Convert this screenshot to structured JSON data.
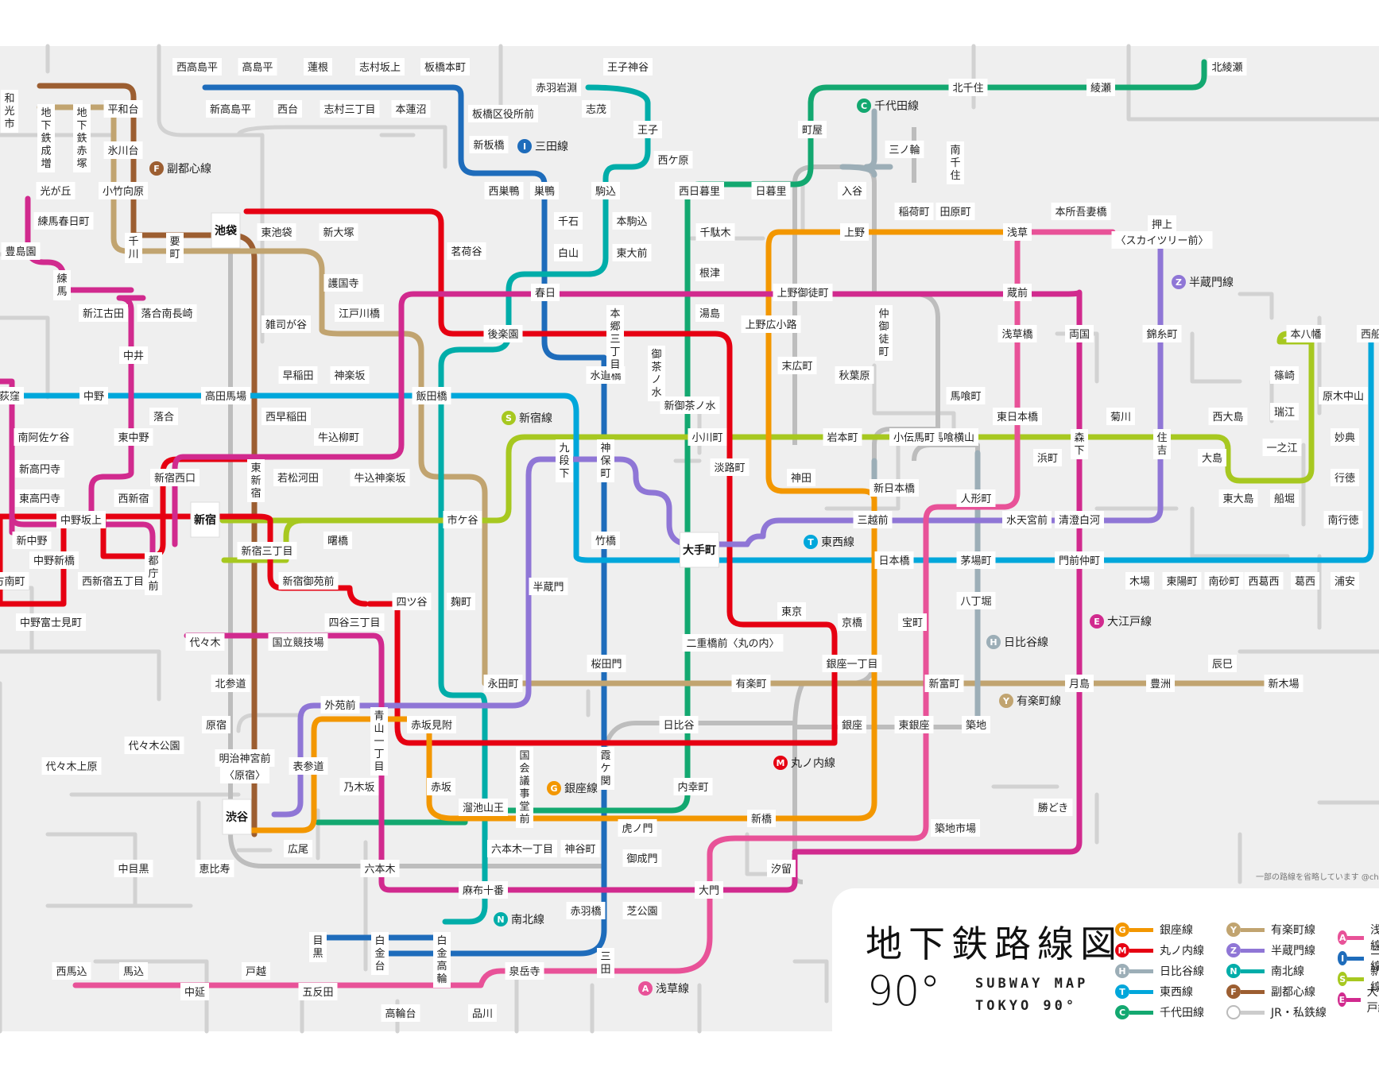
{
  "lines": [
    {
      "id": "ginza",
      "code": "G",
      "name": "銀座線",
      "color": "#f39700"
    },
    {
      "id": "marunouchi",
      "code": "M",
      "name": "丸ノ内線",
      "color": "#e60012"
    },
    {
      "id": "hibiya",
      "code": "H",
      "name": "日比谷線",
      "color": "#9caeb7"
    },
    {
      "id": "tozai",
      "code": "T",
      "name": "東西線",
      "color": "#00a7db"
    },
    {
      "id": "chiyoda",
      "code": "C",
      "name": "千代田線",
      "color": "#009944"
    },
    {
      "id": "yurakucho",
      "code": "Y",
      "name": "有楽町線",
      "color": "#c1a470"
    },
    {
      "id": "hanzomon",
      "code": "Z",
      "name": "半蔵門線",
      "color": "#8f76d6"
    },
    {
      "id": "namboku",
      "code": "N",
      "name": "南北線",
      "color": "#00ada9"
    },
    {
      "id": "fukutoshin",
      "code": "F",
      "name": "副都心線",
      "color": "#9c5e31"
    },
    {
      "id": "jr",
      "code": "",
      "name": "JR・私鉄線",
      "color": "#cccccc"
    },
    {
      "id": "asakusa",
      "code": "A",
      "name": "浅草線",
      "color": "#e85298"
    },
    {
      "id": "mita",
      "code": "I",
      "name": "三田線",
      "color": "#0079c2"
    },
    {
      "id": "shinjuku",
      "code": "S",
      "name": "新宿線",
      "color": "#6cbb5a"
    },
    {
      "id": "oedo",
      "code": "E",
      "name": "大江戸線",
      "color": "#b6007a"
    }
  ],
  "line_labels": [
    {
      "code": "C",
      "text": "千代田線"
    },
    {
      "code": "I",
      "text": "三田線"
    },
    {
      "code": "F",
      "text": "副都心線"
    },
    {
      "code": "Z",
      "text": "半蔵門線"
    },
    {
      "code": "S",
      "text": "新宿線"
    },
    {
      "code": "T",
      "text": "東西線"
    },
    {
      "code": "E",
      "text": "大江戸線"
    },
    {
      "code": "H",
      "text": "日比谷線"
    },
    {
      "code": "Y",
      "text": "有楽町線"
    },
    {
      "code": "M",
      "text": "丸ノ内線"
    },
    {
      "code": "G",
      "text": "銀座線"
    },
    {
      "code": "N",
      "text": "南北線"
    },
    {
      "code": "A",
      "text": "浅草線"
    }
  ],
  "stations": {
    "s01": "西高島平",
    "s02": "高島平",
    "s03": "蓮根",
    "s04": "志村坂上",
    "s05": "板橋本町",
    "s06": "新高島平",
    "s07": "西台",
    "s08": "志村三丁目",
    "s09": "本蓮沼",
    "s10": "板橋区役所前",
    "s11": "新板橋",
    "s12": "西巣鴨",
    "s13": "巣鴨",
    "s14": "千石",
    "s15": "白山",
    "s16": "春日",
    "s17": "水道橋",
    "s18": "赤羽岩淵",
    "s19": "志茂",
    "s20": "王子神谷",
    "s21": "王子",
    "s22": "西ケ原",
    "s23": "駒込",
    "s24": "本駒込",
    "s25": "東大前",
    "s26": "北千住",
    "s27": "綾瀬",
    "s28": "北綾瀬",
    "s29": "町屋",
    "s30": "南千住",
    "s31": "三ノ輪",
    "s32": "入谷",
    "s33": "西日暮里",
    "s34": "日暮里",
    "s35": "千駄木",
    "s36": "根津",
    "s37": "湯島",
    "s38": "新御茶ノ水",
    "s39": "上野",
    "s40": "稲荷町",
    "s41": "田原町",
    "s42": "浅草",
    "s43": "本所吾妻橋",
    "s44": "押上",
    "s44b": "〈スカイツリー前〉",
    "s45": "上野御徒町",
    "s46": "仲御徒町",
    "s47": "上野広小路",
    "s48": "末広町",
    "s49": "秋葉原",
    "s50": "蔵前",
    "s51": "浅草橋",
    "s52": "両国",
    "s53": "錦糸町",
    "s54": "本八幡",
    "s55": "篠崎",
    "s56": "瑞江",
    "s57": "一之江",
    "s58": "船堀",
    "s59": "東大島",
    "s60": "大島",
    "s61": "西大島",
    "s62": "住吉",
    "s63": "菊川",
    "s64": "森下",
    "s65": "浜町",
    "s66": "東日本橋",
    "s67": "馬喰町",
    "s68": "馬喰横山",
    "s69": "小伝馬町",
    "s70": "岩本町",
    "s71": "小川町",
    "s72": "淡路町",
    "s73": "神田",
    "s74": "新日本橋",
    "s75": "三越前",
    "s76": "人形町",
    "s77": "水天宮前",
    "s78": "清澄白河",
    "s79": "大手町",
    "s80": "竹橋",
    "s81": "九段下",
    "s82": "神保町",
    "s83": "日本橋",
    "s84": "茅場町",
    "s85": "門前仲町",
    "s86": "木場",
    "s87": "東陽町",
    "s88": "南砂町",
    "s89": "西葛西",
    "s90": "葛西",
    "s91": "浦安",
    "s92": "南行徳",
    "s93": "行徳",
    "s94": "妙典",
    "s95": "原木中山",
    "s96": "西船",
    "s97": "八丁堀",
    "s98": "宝町",
    "s99": "京橋",
    "s100": "東京",
    "s101": "銀座一丁目",
    "s102": "銀座",
    "s103": "東銀座",
    "s104": "築地",
    "s105": "新富町",
    "s106": "月島",
    "s107": "豊洲",
    "s108": "辰巳",
    "s109": "新木場",
    "s110": "勝どき",
    "s111": "築地市場",
    "s112": "汐留",
    "s113": "新橋",
    "s114": "大門",
    "s115": "内幸町",
    "s116": "日比谷",
    "s117": "有楽町",
    "s118": "二重橋前〈丸の内〉",
    "s119": "桜田門",
    "s120": "霞ケ関",
    "s121": "国会議事堂前",
    "s122": "溜池山王",
    "s123": "虎ノ門",
    "s124": "御成門",
    "s125": "神谷町",
    "s126": "六本木一丁目",
    "s127": "六本木",
    "s128": "麻布十番",
    "s129": "赤羽橋",
    "s130": "芝公園",
    "s131": "三田",
    "s132": "泉岳寺",
    "s133": "品川",
    "s134": "高輪台",
    "s135": "五反田",
    "s136": "戸越",
    "s137": "中延",
    "s138": "馬込",
    "s139": "西馬込",
    "s140": "白金台",
    "s141": "白金高輪",
    "s142": "目黒",
    "s143": "中目黒",
    "s144": "恵比寿",
    "s145": "広尾",
    "s146": "渋谷",
    "s147": "表参道",
    "s148": "外苑前",
    "s149": "青山一丁目",
    "s150": "乃木坂",
    "s151": "赤坂",
    "s152": "赤坂見附",
    "s153": "永田町",
    "s154": "麹町",
    "s155": "半蔵門",
    "s156": "四ツ谷",
    "s157": "四谷三丁目",
    "s158": "新宿御苑前",
    "s159": "新宿三丁目",
    "s160": "新宿",
    "s161": "都庁前",
    "s162": "西新宿五丁目",
    "s163": "西新宿",
    "s164": "新宿西口",
    "s165": "東新宿",
    "s166": "若松河田",
    "s167": "牛込神楽坂",
    "s168": "牛込柳町",
    "s169": "曙橋",
    "s170": "市ケ谷",
    "s171": "飯田橋",
    "s172": "神楽坂",
    "s173": "早稲田",
    "s174": "高田馬場",
    "s175": "落合",
    "s176": "西早稲田",
    "s177": "中野",
    "s178": "荻窪",
    "s179": "南阿佐ケ谷",
    "s180": "新高円寺",
    "s181": "東高円寺",
    "s182": "新中野",
    "s183": "中野新橋",
    "s184": "中野坂上",
    "s185": "中野富士見町",
    "s186": "方南町",
    "s187": "東中野",
    "s188": "中井",
    "s189": "新江古田",
    "s190": "落合南長崎",
    "s191": "練馬",
    "s192": "豊島園",
    "s193": "練馬春日町",
    "s194": "光が丘",
    "s195": "小竹向原",
    "s196": "氷川台",
    "s197": "平和台",
    "s198": "地下鉄赤塚",
    "s199": "地下鉄成増",
    "s200": "和光市",
    "s201": "千川",
    "s202": "要町",
    "s203": "池袋",
    "s204": "東池袋",
    "s205": "新大塚",
    "s206": "茗荷谷",
    "s207": "護国寺",
    "s208": "江戸川橋",
    "s209": "雑司が谷",
    "s210": "後楽園",
    "s211": "本郷三丁目",
    "s212": "御茶ノ水",
    "s213": "代々木",
    "s214": "国立競技場",
    "s215": "北参道",
    "s216": "明治神宮前",
    "s216b": "〈原宿〉",
    "s217": "原宿",
    "s218": "代々木公園",
    "s219": "代々木上原"
  },
  "legend": {
    "title": "地下鉄路線図",
    "ninety": "90°",
    "sub1": "SUBWAY MAP",
    "sub2": "TOKYO 90°"
  },
  "credit": "一部の路線を省略しています @chizutodesign"
}
